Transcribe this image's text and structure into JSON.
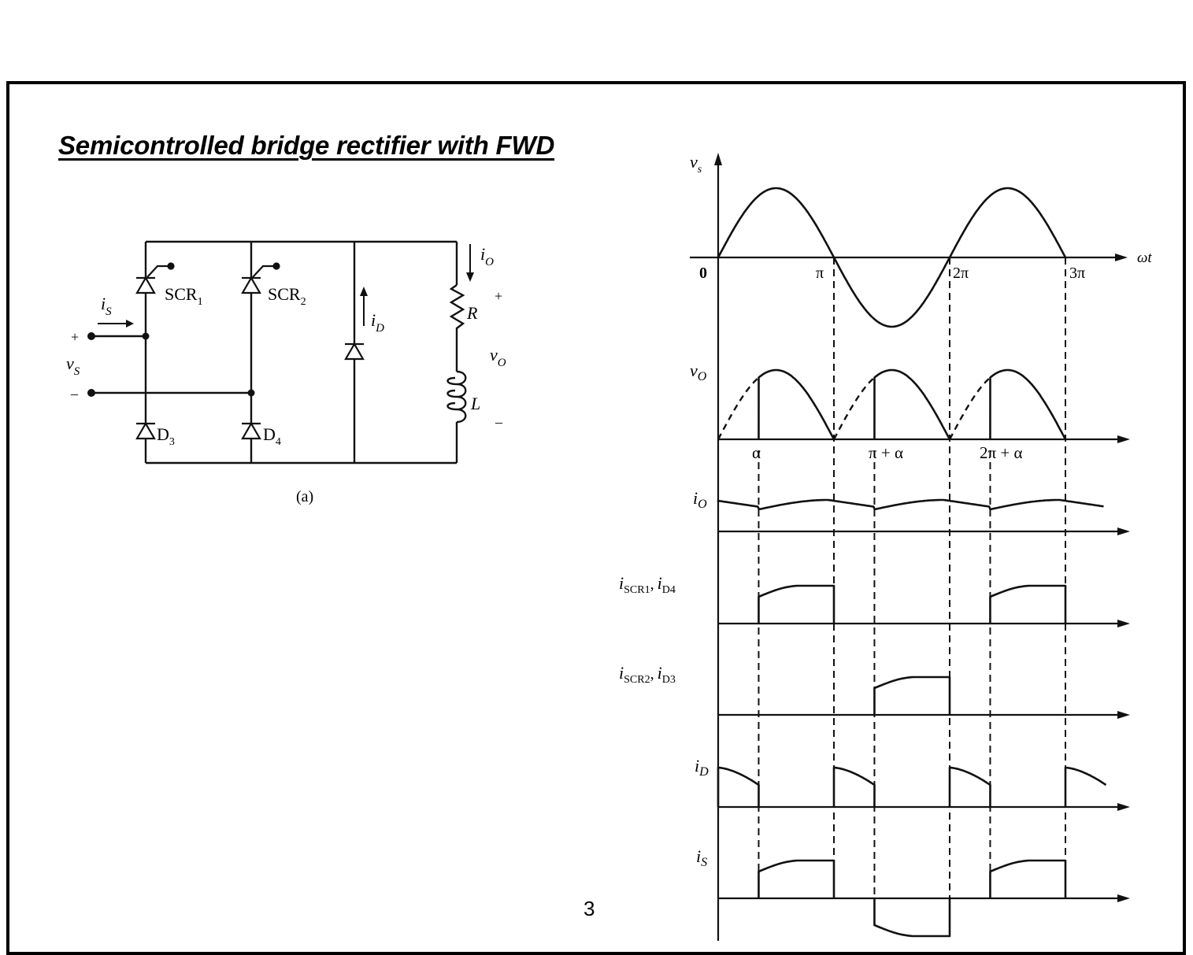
{
  "slide": {
    "title": "Semicontrolled bridge rectifier with FWD",
    "page_number": "3"
  },
  "circuit": {
    "caption": "(a)",
    "components": {
      "scr1": {
        "name": "SCR",
        "sub": "1"
      },
      "scr2": {
        "name": "SCR",
        "sub": "2"
      },
      "d3": {
        "name": "D",
        "sub": "3"
      },
      "d4": {
        "name": "D",
        "sub": "4"
      },
      "resistor": "R",
      "inductor": "L"
    },
    "labels": {
      "is": {
        "main": "i",
        "sub": "S"
      },
      "vs": {
        "main": "v",
        "sub": "S"
      },
      "id": {
        "main": "i",
        "sub": "D"
      },
      "io": {
        "main": "i",
        "sub": "O"
      },
      "vo": {
        "main": "v",
        "sub": "O"
      },
      "plus_in": "+",
      "minus_in": "–",
      "plus_out": "+",
      "minus_out": "–"
    }
  },
  "waveforms": {
    "x_axis_label": "ωt",
    "vs_ticks": [
      "0",
      "π",
      "2π",
      "3π"
    ],
    "vo_ticks": [
      "α",
      "π + α",
      "2π + α"
    ],
    "alpha_fraction_of_pi": 0.35,
    "rows": [
      {
        "id": "vs",
        "main": "v",
        "sub": "s"
      },
      {
        "id": "vo",
        "main": "v",
        "sub": "O"
      },
      {
        "id": "io",
        "main": "i",
        "sub": "O"
      },
      {
        "id": "iscr1",
        "main": "i",
        "sub": "SCR1",
        "main2": "i",
        "sub2": "D4",
        "sep": ","
      },
      {
        "id": "iscr2",
        "main": "i",
        "sub": "SCR2",
        "main2": "i",
        "sub2": "D3",
        "sep": ","
      },
      {
        "id": "id",
        "main": "i",
        "sub": "D"
      },
      {
        "id": "is",
        "main": "i",
        "sub": "S"
      }
    ]
  }
}
